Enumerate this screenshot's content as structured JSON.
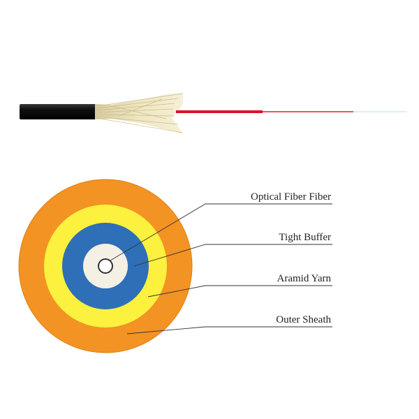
{
  "labels": {
    "optical_fiber": "Optical Fiber  Fiber",
    "tight_buffer": "Tight Buffer",
    "aramid_yarn": "Aramid Yarn",
    "outer_sheath": "Outer Sheath"
  },
  "colors": {
    "outer_sheath": "#F39323",
    "aramid_yarn": "#FBF13E",
    "tight_buffer": "#2E6FB8",
    "fiber_core": "#F4F0E4",
    "cable_jacket": "#111111",
    "kevlar_strands": "#E9DFB3",
    "red_buffer": "#D9142B",
    "leader_line": "#333333"
  }
}
